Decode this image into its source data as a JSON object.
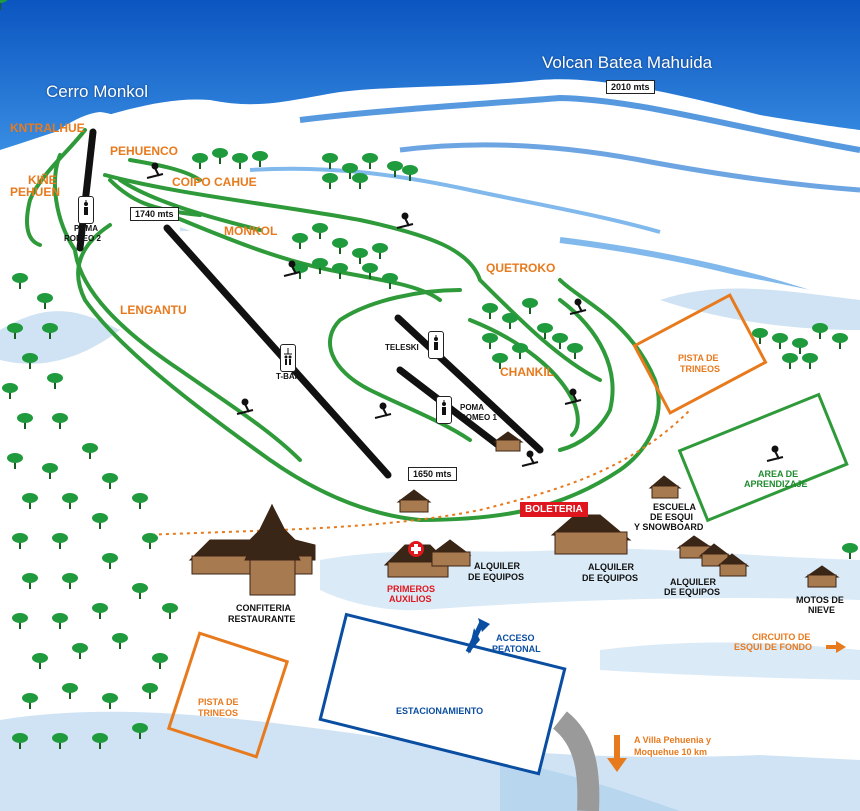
{
  "peaks": {
    "cerro": "Cerro Monkol",
    "volcan": "Volcan Batea Mahuida",
    "volcan_height": "2010 mts"
  },
  "pistes": {
    "kntralhue": "KNTRALHUE",
    "kine_pehuen_1": "KIÑE",
    "kine_pehuen_2": "PEHUEN",
    "pehuenco": "PEHUENCO",
    "coipo_cahue": "COIPO CAHUE",
    "monkol": "MONKOL",
    "quetroko": "QUETROKO",
    "lengantu": "LENGANTU",
    "chankil": "CHANKIL"
  },
  "lifts": {
    "poma2_1": "POMA",
    "poma2_2": "ROMEO 2",
    "tbar": "T-BAR",
    "teleski": "TELESKI",
    "poma1_1": "POMA",
    "poma1_2": "ROMEO 1",
    "top_altitude": "1740 mts",
    "bottom_altitude": "1650 mts"
  },
  "areas": {
    "pista_trineos_right_1": "PISTA DE",
    "pista_trineos_right_2": "TRINEOS",
    "area_aprendizaje_1": "AREA DE",
    "area_aprendizaje_2": "APRENDIZAJE",
    "pista_trineos_left_1": "PISTA DE",
    "pista_trineos_left_2": "TRINEOS",
    "estacionamiento": "ESTACIONAMIENTO"
  },
  "facilities": {
    "boleteria": "BOLETERIA",
    "escuela_1": "ESCUELA",
    "escuela_2": "DE ESQUI",
    "escuela_3": "Y SNOWBOARD",
    "alquiler_a_1": "ALQUILER",
    "alquiler_a_2": "DE EQUIPOS",
    "alquiler_b_1": "ALQUILER",
    "alquiler_b_2": "DE EQUIPOS",
    "alquiler_c_1": "ALQUILER",
    "alquiler_c_2": "DE EQUIPOS",
    "primeros_1": "PRIMEROS",
    "primeros_2": "AUXILIOS",
    "confiteria_1": "CONFITERIA",
    "confiteria_2": "RESTAURANTE",
    "motos_1": "MOTOS DE",
    "motos_2": "NIEVE"
  },
  "routes": {
    "acceso_1": "ACCESO",
    "acceso_2": "PEATONAL",
    "circuito_1": "CIRCUITO DE",
    "circuito_2": "ESQUI DE FONDO",
    "villa_1": "A Villa Pehuenia y",
    "villa_2": "Moquehue 10 km"
  },
  "colors": {
    "sky": "#1466c8",
    "snow": "#ffffff",
    "snow_shadow": "#cfe3f4",
    "piste_line": "#2f9a3a",
    "lift_line": "#111111",
    "accent_orange": "#e87a1e",
    "accent_blue": "#0a4ea2",
    "accent_red": "#e0161e",
    "tree": "#1f9a3c"
  }
}
